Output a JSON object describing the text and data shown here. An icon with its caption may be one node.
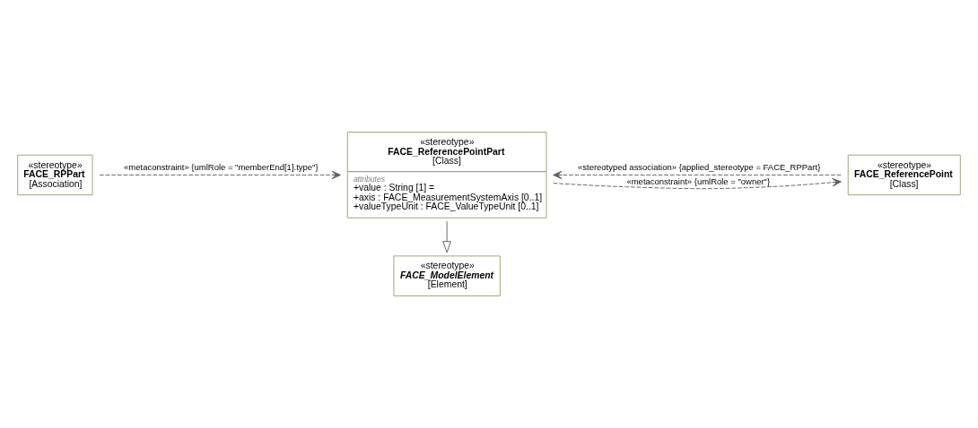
{
  "diagram": {
    "nodes": [
      {
        "text": [
          "«stereotype»",
          "FACE_ModelElement",
          "[Element]"
        ]
      },
      {
        "text": [
          "«stereotype»",
          "FACE_ReferencePointPart",
          "[Class]",
          "attributes",
          "+value : String [1] =",
          "+axis : FACE_MeasurementSystemAxis [0..1]",
          "+valueTypeUnit : FACE_ValueTypeUnit [0..1]"
        ]
      },
      {
        "text": [
          "«stereotype»",
          "FACE_RPPart",
          "[Association]"
        ]
      },
      {
        "text": [
          "«stereotype»",
          "FACE_ReferencePoint",
          "[Class]"
        ]
      }
    ],
    "edges": [
      {
        "from": 1,
        "to": 0,
        "arrow": "to"
      },
      {
        "from": 2,
        "to": 1,
        "arrow": "to",
        "style": "dashed",
        "label": "«metaconstraint» {umlRole = \"memberEnd[1].type\"}"
      },
      {
        "from": 3,
        "to": 1,
        "arrow": "to",
        "style": "dashed",
        "label": "«stereotyped association» {applied_stereotype = FACE_RPPart}"
      },
      {
        "from": 1,
        "to": 3,
        "arrow": "to",
        "style": "dashed",
        "label": "«metaconstraint» {umlRole = \"owner\"}"
      }
    ]
  }
}
